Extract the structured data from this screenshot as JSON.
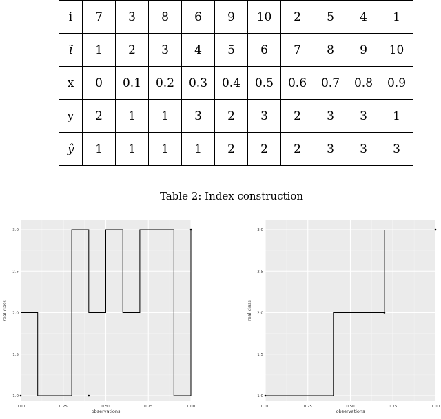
{
  "table": {
    "rows": [
      {
        "header": "i",
        "cells": [
          "7",
          "3",
          "8",
          "6",
          "9",
          "10",
          "2",
          "5",
          "4",
          "1"
        ]
      },
      {
        "header": "ĩ",
        "cells": [
          "1",
          "2",
          "3",
          "4",
          "5",
          "6",
          "7",
          "8",
          "9",
          "10"
        ]
      },
      {
        "header": "x",
        "cells": [
          "0",
          "0.1",
          "0.2",
          "0.3",
          "0.4",
          "0.5",
          "0.6",
          "0.7",
          "0.8",
          "0.9"
        ]
      },
      {
        "header": "y",
        "cells": [
          "2",
          "1",
          "1",
          "3",
          "2",
          "3",
          "2",
          "3",
          "3",
          "1"
        ]
      },
      {
        "header": "ŷ",
        "cells": [
          "1",
          "1",
          "1",
          "1",
          "2",
          "2",
          "2",
          "3",
          "3",
          "3"
        ]
      }
    ]
  },
  "caption": "Table 2: Index construction",
  "chart_data": [
    {
      "type": "line",
      "ylabel": "real class",
      "xlabel": "observations",
      "xlim": [
        0,
        1
      ],
      "ylim": [
        1,
        3
      ],
      "xticks": [
        "0.00",
        "0.25",
        "0.50",
        "0.75",
        "1.00"
      ],
      "yticks": [
        "1.0",
        "1.5",
        "2.0",
        "2.5",
        "3.0"
      ],
      "grid": true,
      "background": "#ebebeb",
      "x": [
        0,
        0.1,
        0.2,
        0.3,
        0.4,
        0.5,
        0.6,
        0.7,
        0.8,
        0.9,
        1.0
      ],
      "y": [
        2,
        1,
        1,
        3,
        2,
        3,
        2,
        3,
        3,
        1,
        3
      ],
      "points": [
        [
          0,
          1
        ],
        [
          0.4,
          1
        ],
        [
          1,
          3
        ]
      ]
    },
    {
      "type": "line",
      "ylabel": "real class",
      "xlabel": "observations",
      "xlim": [
        0,
        1
      ],
      "ylim": [
        1,
        3
      ],
      "xticks": [
        "0.00",
        "0.25",
        "0.50",
        "0.75",
        "1.00"
      ],
      "yticks": [
        "1.0",
        "1.5",
        "2.0",
        "2.5",
        "3.0"
      ],
      "grid": true,
      "background": "#ebebeb",
      "x": [
        0,
        0.4,
        0.7
      ],
      "y": [
        1,
        2,
        3
      ],
      "points": [
        [
          0,
          1
        ],
        [
          0.7,
          2
        ],
        [
          1,
          3
        ]
      ]
    }
  ]
}
